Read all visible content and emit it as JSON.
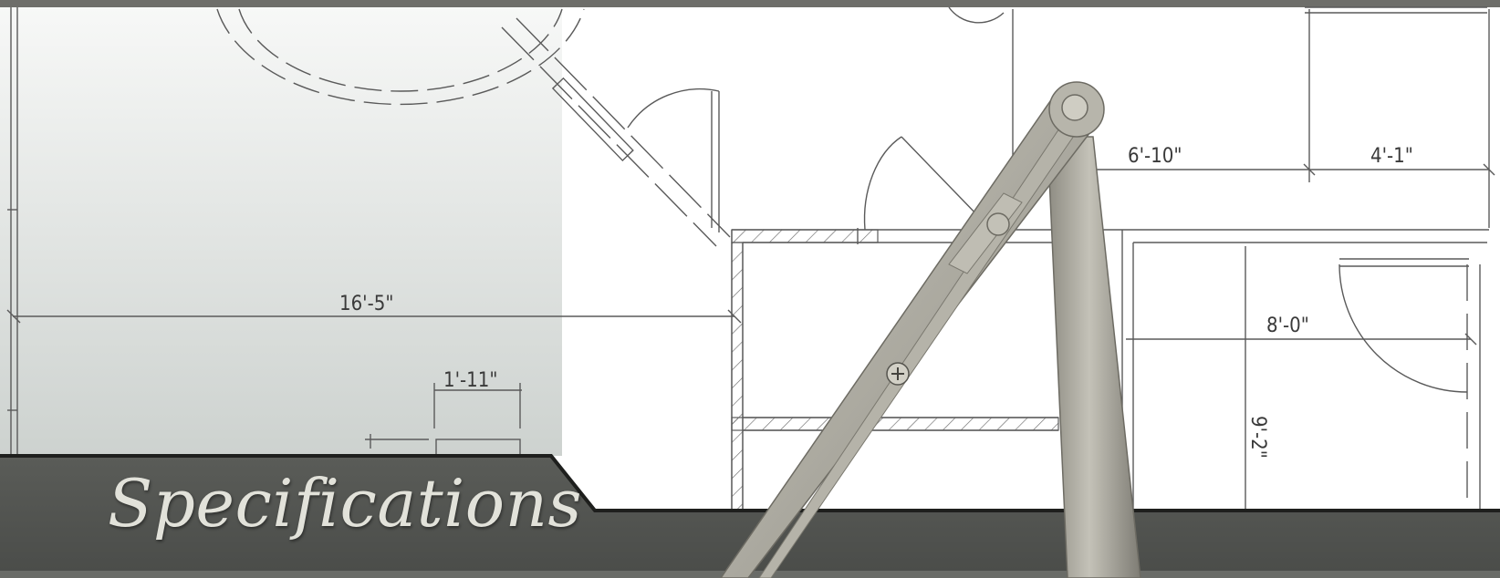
{
  "banner": {
    "title": "Specifications",
    "dimensions": {
      "d1": "16'-5\"",
      "d2": "1'-11\"",
      "d3": "6'-10\"",
      "d4": "4'-1\"",
      "d5": "8'-0\"",
      "d6": "9'-2\""
    },
    "colors": {
      "band": "#4f514e",
      "panel_top": "#f4f5f4",
      "panel_bottom": "#cfd4d1",
      "arm": "#a6a49a",
      "line": "#5a5a5a"
    }
  }
}
